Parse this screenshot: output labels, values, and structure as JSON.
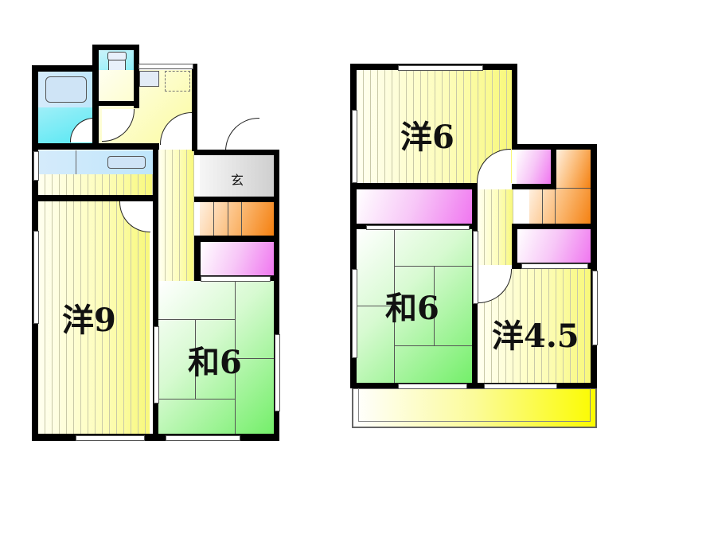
{
  "floor_plan": {
    "floor1": {
      "rooms": [
        {
          "id": "western-9",
          "label": "洋9",
          "type": "western"
        },
        {
          "id": "japanese-6",
          "label": "和6",
          "type": "japanese"
        },
        {
          "id": "genkan",
          "label": "玄",
          "type": "entrance"
        },
        {
          "id": "bathroom",
          "label": "",
          "type": "bath"
        },
        {
          "id": "toilet",
          "label": "",
          "type": "toilet"
        },
        {
          "id": "washroom",
          "label": "",
          "type": "washroom"
        },
        {
          "id": "stairs",
          "label": "",
          "type": "stairs"
        },
        {
          "id": "closet",
          "label": "",
          "type": "closet"
        }
      ]
    },
    "floor2": {
      "rooms": [
        {
          "id": "western-6",
          "label": "洋6",
          "type": "western"
        },
        {
          "id": "japanese-6",
          "label": "和6",
          "type": "japanese"
        },
        {
          "id": "western-4-5",
          "label": "洋4.5",
          "type": "western"
        },
        {
          "id": "balcony",
          "label": "",
          "type": "balcony"
        },
        {
          "id": "stairs",
          "label": "",
          "type": "stairs"
        },
        {
          "id": "closet-a",
          "label": "",
          "type": "closet"
        },
        {
          "id": "closet-b",
          "label": "",
          "type": "closet"
        },
        {
          "id": "closet-c",
          "label": "",
          "type": "closet"
        }
      ]
    },
    "colors": {
      "wall": "#000000",
      "western_floor": "#fbfb9a",
      "tatami": "#74ef6a",
      "closet": "#f077f0",
      "stairs": "#f48010",
      "genkan": "#cfcfcf",
      "water": "#54e8f3",
      "balcony": "#fbfb00"
    }
  }
}
